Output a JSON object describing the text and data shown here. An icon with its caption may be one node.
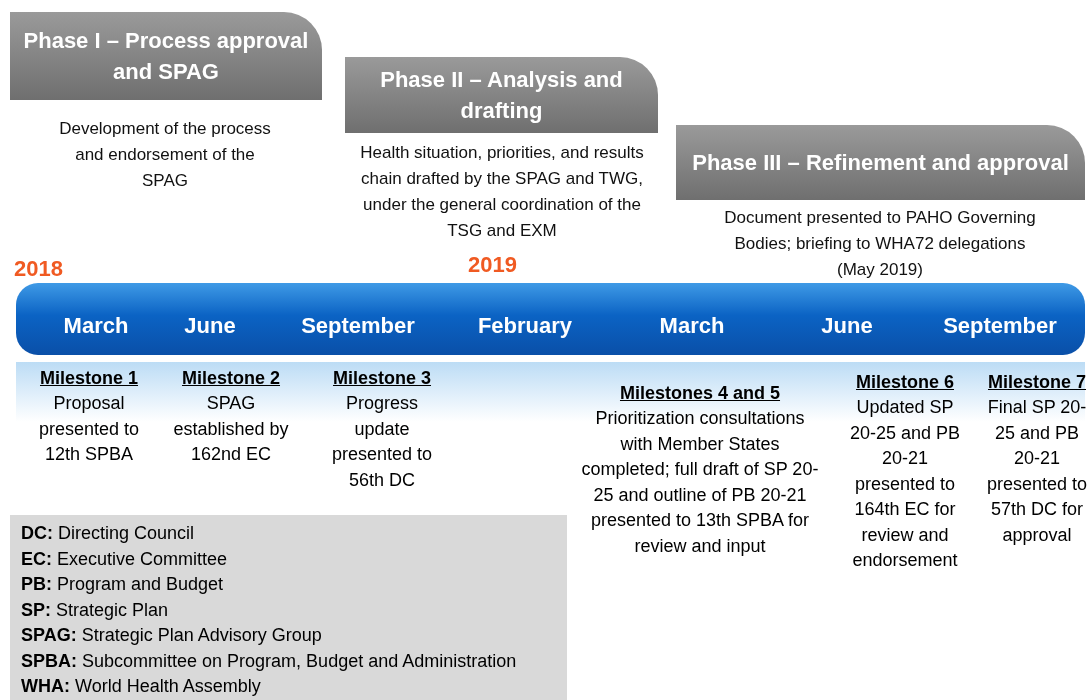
{
  "diagram": {
    "nodes": [
      {
        "text": [
          "Phase I – Process approval and SPAG"
        ],
        "beside": [
          "Development of the process and endorsement of the SPAG"
        ]
      },
      {
        "text": [
          "Phase II – Analysis and drafting"
        ],
        "beside": [
          "Health situation, priorities, and results chain drafted by the SPAG and TWG, under the general coordination of the TSG and EXM"
        ]
      },
      {
        "text": [
          "Phase III – Refinement and approval"
        ],
        "beside": [
          "Document presented to PAHO Governing Bodies; briefing to WHA72 delegations (May 2019)"
        ]
      },
      {
        "text": [
          "March",
          "June",
          "September",
          "February",
          "March",
          "June",
          "September"
        ]
      },
      {
        "text": [
          "**DC:** Directing Council",
          "**EC:** Executive Committee",
          "**PB:** Program and Budget",
          "**SP:** Strategic Plan",
          "**SPAG:** Strategic Plan Advisory Group",
          "**SPBA:** Subcommittee on Program, Budget and Administration",
          "**WHA:** World Health Assembly"
        ]
      }
    ],
    "edges": [],
    "labels": [
      "2018",
      "2019",
      "Milestone 1",
      "Proposal presented to 12th SPBA",
      "Milestone 2",
      "SPAG established by 162nd EC",
      "Milestone 3",
      "Progress update presented to 56th DC",
      "Milestones 4 and 5",
      "Prioritization consultations with Member States completed; full draft of SP 20-25 and outline of PB 20-21 presented to 13th SPBA for review and input",
      "Milestone 6",
      "Updated SP 20-25 and PB 20-21 presented to 164th EC for review and endorsement",
      "Milestone 7",
      "Final SP 20-25 and PB 20-21 presented to 57th DC for approval"
    ]
  }
}
